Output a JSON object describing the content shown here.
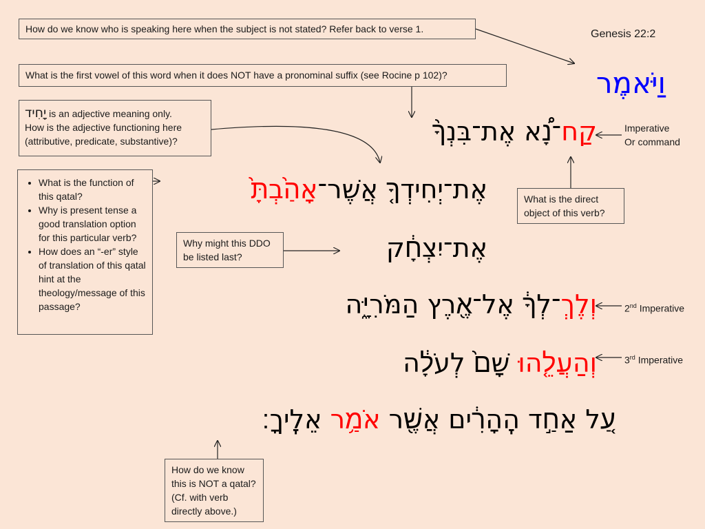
{
  "reference": "Genesis 22:2",
  "boxes": {
    "speaker": "How do we know who is speaking here when the subject is not stated? Refer back to verse 1.",
    "first_vowel": "What is the first vowel of this word when it does NOT have a pronominal suffix (see Rocine p 102)?",
    "adjective_word": "יָחִיד",
    "adjective_line1": " is an adjective meaning only.",
    "adjective_line2": "How is the adjective functioning here",
    "adjective_line3": "(attributive, predicate, substantive)?",
    "qatal_bullets": [
      "What is the function of this qatal?",
      "Why is present tense a good translation option for this particular verb?",
      "How does an “-er” style of translation of this qatal hint at the theology/message of this passage?"
    ],
    "direct_object": "What is the direct object of this verb?",
    "ddo": "Why might this DDO be listed last?",
    "not_qatal": "How do we know this is NOT a qatal? (Cf. with verb directly above.)"
  },
  "labels": {
    "imperative": "Imperative",
    "command": "Or command",
    "second_num": "2",
    "second_sup": "nd",
    "second_word": " Imperative",
    "third_num": "3",
    "third_sup": "rd",
    "third_word": " Imperative"
  },
  "hebrew": {
    "line0": "וַיֹּאמֶר",
    "line1_red": "קַח",
    "line1_rest": "־נָ֠א אֶת־בִּנְךָ֨",
    "line2_rest": "אֶת־יְחִידְךָ֤ אֲשֶׁר־",
    "line2_red": "אָהַ֙בְתָּ֙",
    "line3": "אֶת־יִצְחָ֔ק",
    "line4_red": "וְלֶךְ",
    "line4_rest": "־לְךָ֔ אֶל־אֶ֖רֶץ הַמֹּרִיָּ֑ה",
    "line5_red": "וְהַעֲלֵ֤הוּ",
    "line5_rest": " שָׁם֙ לְעֹלָ֔ה",
    "line6_rest1": "עַ֚ל אַחַ֣ד הֶֽהָרִ֔ים אֲשֶׁ֖ר ",
    "line6_red": "אֹמַ֥ר",
    "line6_rest2": " אֵלֶֽיךָ׃"
  }
}
